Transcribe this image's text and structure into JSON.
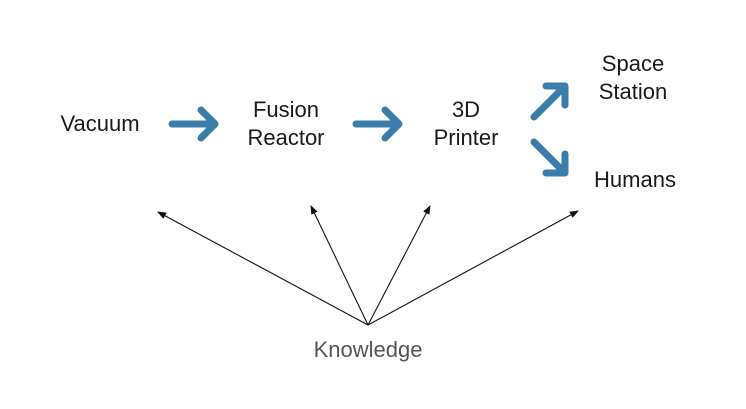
{
  "nodes": {
    "vacuum": "Vacuum",
    "fusion_reactor": [
      "Fusion",
      "Reactor"
    ],
    "printer_3d": [
      "3D",
      "Printer"
    ],
    "space_station": [
      "Space",
      "Station"
    ],
    "humans": "Humans",
    "knowledge": "Knowledge"
  },
  "colors": {
    "flow_arrow": "#3a7dab",
    "knowledge_arrow": "#111111",
    "text": "#1a1a1a",
    "knowledge_text": "#555555"
  },
  "icons": {
    "flow_arrow": "thick-chevron-arrow-icon",
    "knowledge_arrow": "thin-line-arrow-icon"
  }
}
